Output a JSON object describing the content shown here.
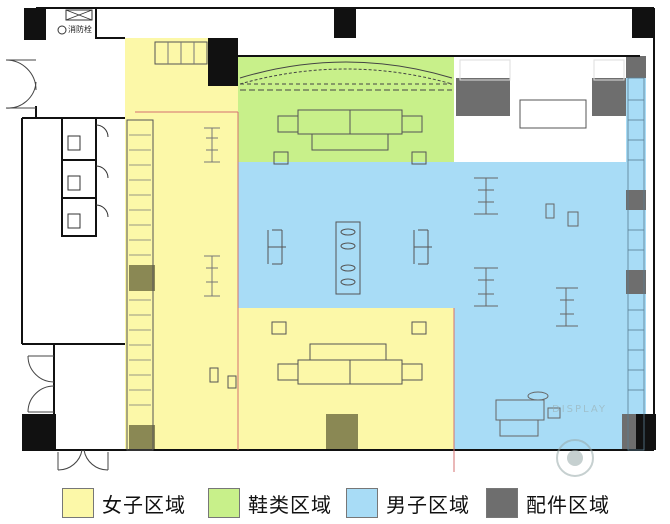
{
  "plan": {
    "hydrant_label": "消防栓"
  },
  "legend": [
    {
      "label": "女子区域",
      "color": "#fcf8a8"
    },
    {
      "label": "鞋类区域",
      "color": "#c8f08a"
    },
    {
      "label": "男子区域",
      "color": "#a8dcf6"
    },
    {
      "label": "配件区域",
      "color": "#6e6e6e"
    }
  ],
  "watermark": {
    "text": "DISPLAY"
  }
}
